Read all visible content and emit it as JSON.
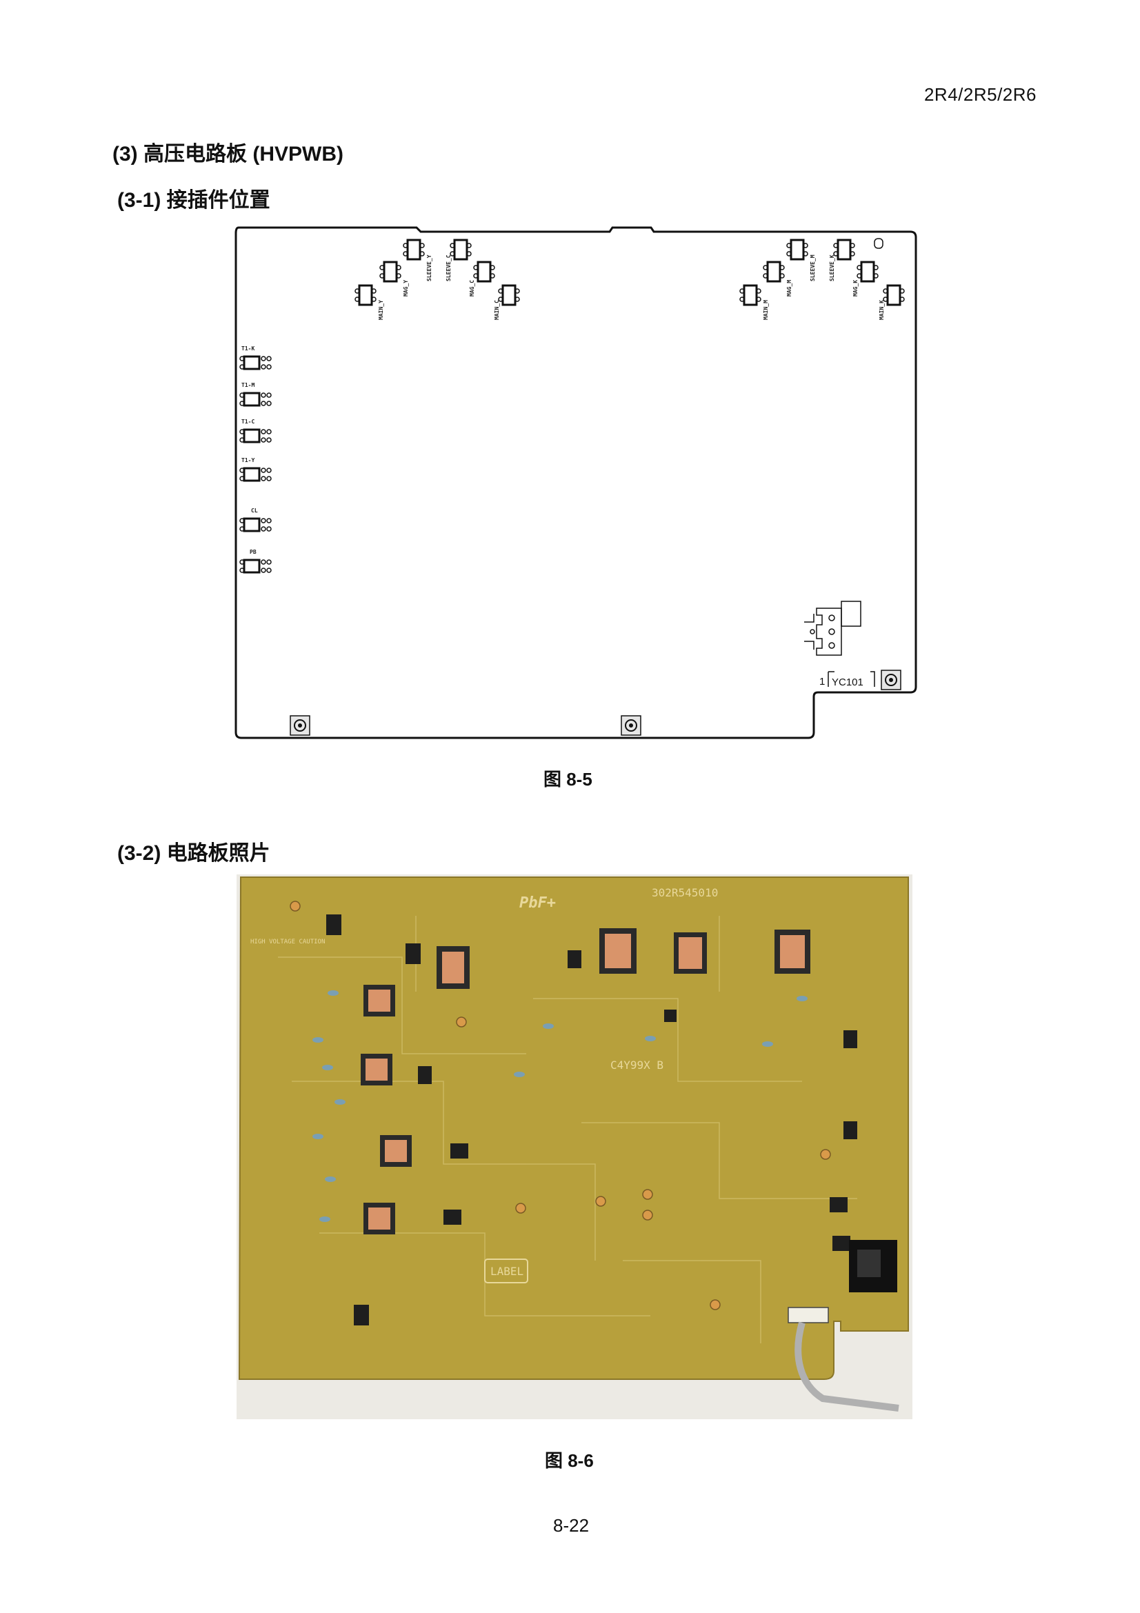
{
  "header": {
    "model": "2R4/2R5/2R6"
  },
  "section": {
    "title": "(3)  高压电路板 (HVPWB)"
  },
  "sub1": {
    "title": "(3-1) 接插件位置",
    "top_labels": [
      "MAIN_Y",
      "MAG_Y",
      "SLEEVE_Y",
      "SLEEVE_C",
      "MAG_C",
      "MAIN_C",
      "MAIN_M",
      "MAG_M",
      "SLEEVE_M",
      "SLEEVE_K",
      "MAG_K",
      "MAIN_K"
    ],
    "left_labels": [
      "T1-K",
      "T1-M",
      "T1-C",
      "T1-Y",
      "CL",
      "PB"
    ],
    "pin1": "1",
    "connector": "YC101",
    "caption": "图 8-5"
  },
  "sub2": {
    "title": "(3-2) 电路板照片",
    "silk_label": "LABEL",
    "silk_pb": "PbF+",
    "silk_part": "302R545010",
    "silk_code": "C4Y99X B",
    "silk_caution": "HIGH VOLTAGE CAUTION",
    "caption": "图 8-6"
  },
  "footer": {
    "page": "8-22"
  }
}
